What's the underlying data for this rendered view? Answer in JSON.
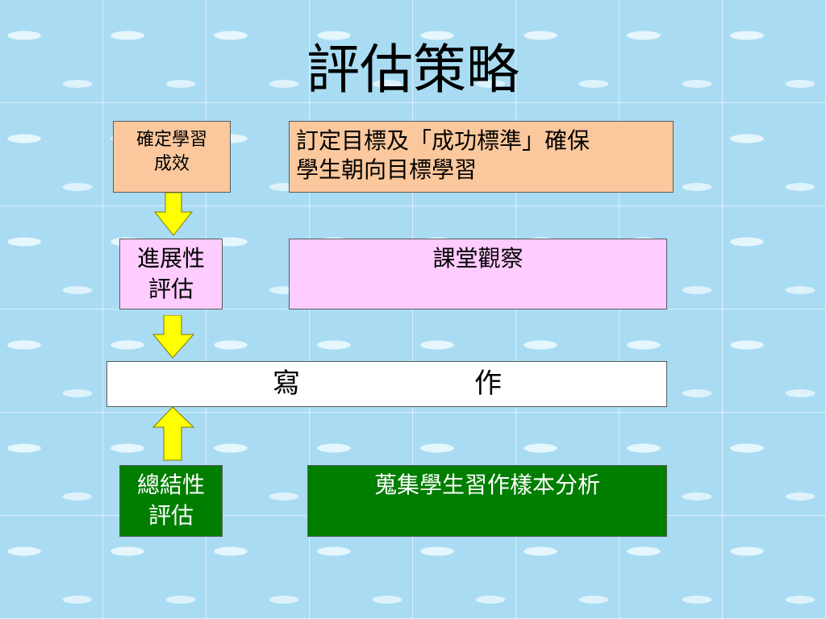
{
  "title": "評估策略",
  "stages": [
    {
      "lines": [
        "確定學習",
        "成效"
      ],
      "color": "#fbc89d"
    },
    {
      "lines": [
        "進展性",
        "評估"
      ],
      "color": "#ffccff"
    },
    {
      "lines": [
        "總結性",
        "評估"
      ],
      "color": "#007e00"
    }
  ],
  "descriptions": [
    {
      "lines": [
        "訂定目標及「成功標準」確保",
        "學生朝向目標學習"
      ]
    },
    {
      "lines": [
        "課堂觀察"
      ]
    },
    {
      "lines": [
        "蒐集學生習作樣本分析"
      ]
    }
  ],
  "center": {
    "chars": [
      "寫",
      "作"
    ]
  },
  "arrow_color": "#ffff00"
}
